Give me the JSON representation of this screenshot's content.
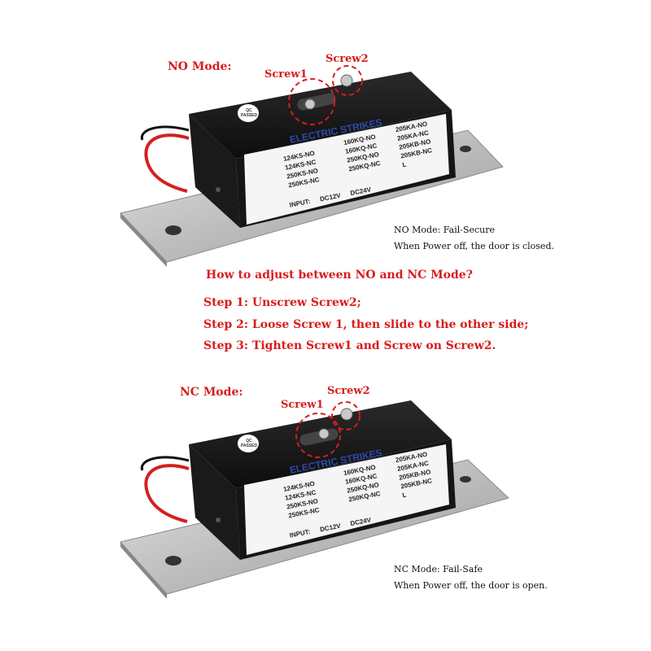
{
  "top": {
    "mode_title": "NO Mode:",
    "screw1_label": "Screw1",
    "screw2_label": "Screw2",
    "caption_line1": "NO Mode: Fail-Secure",
    "caption_line2": "When Power off, the door is closed."
  },
  "instructions": {
    "question": "How to adjust between NO and NC Mode?",
    "step1": "Step 1: Unscrew Screw2;",
    "step2": "Step 2: Loose Screw 1, then slide to the other side;",
    "step3": "Step 3: Tighten Screw1 and Screw on Screw2."
  },
  "bottom": {
    "mode_title": "NC Mode:",
    "screw1_label": "Screw1",
    "screw2_label": "Screw2",
    "caption_line1": "NC Mode: Fail-Safe",
    "caption_line2": "When Power off, the door is open."
  },
  "label": {
    "heading": "ELECTRIC STRIKES",
    "badge": "QC PASSED",
    "col1": [
      "124KS-NO",
      "124KS-NC",
      "250KS-NO",
      "250KS-NC"
    ],
    "col2": [
      "160KQ-NO",
      "160KQ-NC",
      "250KQ-NO",
      "250KQ-NC"
    ],
    "col3": [
      "205KA-NO",
      "205KA-NC",
      "205KB-NO",
      "205KB-NC",
      "L"
    ],
    "input_label": "INPUT:",
    "input_options": [
      "DC12V",
      "DC24V"
    ]
  },
  "colors": {
    "accent_red": "#d91c1c",
    "label_blue": "#2b4aa8"
  }
}
